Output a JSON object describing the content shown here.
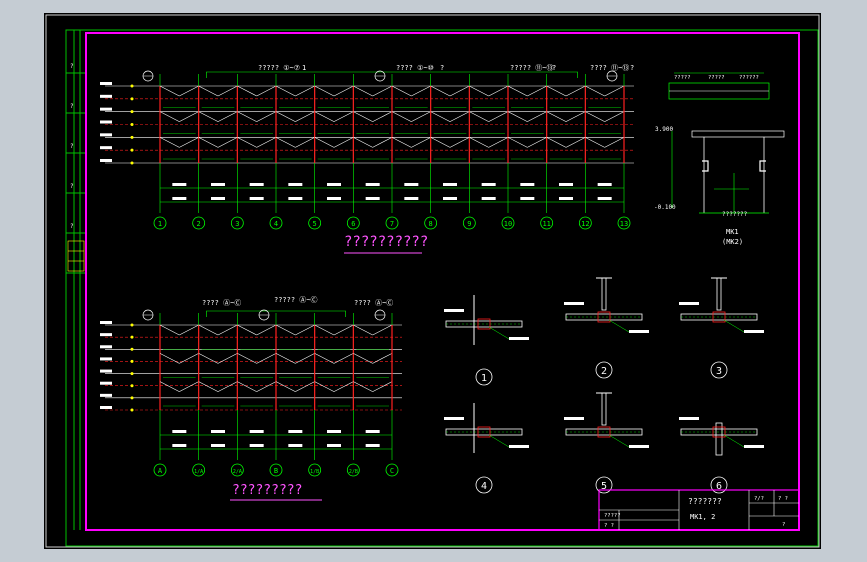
{
  "colors": {
    "background": "#c5ccd3",
    "paper": "#000000",
    "frame_white": "#ffffff",
    "frame_green": "#00d000",
    "border_magenta": "#ff00ff",
    "title_text": "#ff55ff",
    "line_green": "#00ff00",
    "line_red": "#ff2020",
    "axis_circle": "#00ff00",
    "text_white": "#ffffff",
    "accent_yellow": "#ffff00",
    "accent_cyan": "#00ffff"
  },
  "elevation_top": {
    "title": "??????????",
    "annotations": [
      "????? ①~⑦",
      "1",
      "???? ①~⑩",
      "?",
      "????? ⑪~⑬",
      "?",
      "???? ⑪~⑬",
      "?"
    ],
    "axis_labels": [
      "1",
      "2",
      "3",
      "4",
      "5",
      "6",
      "7",
      "8",
      "9",
      "10",
      "11",
      "12",
      "13"
    ]
  },
  "elevation_bottom": {
    "title": "?????????",
    "annotations": [
      "???? Ⓐ~Ⓒ",
      "????? Ⓐ~Ⓒ",
      "???? Ⓐ~Ⓒ"
    ],
    "axis_labels": [
      "A",
      "1/A",
      "2/A",
      "B",
      "1/B",
      "2/B",
      "C"
    ]
  },
  "detail_mk1": {
    "title": "MK1",
    "subtitle": "(MK2)",
    "top_labels": [
      "?????",
      "?????",
      "??????"
    ],
    "elev_top": "3.900",
    "elev_bottom": "-0.100",
    "bottom_label": "???????"
  },
  "details": [
    {
      "id": "1",
      "label": "1"
    },
    {
      "id": "2",
      "label": "2"
    },
    {
      "id": "3",
      "label": "3"
    },
    {
      "id": "4",
      "label": "4"
    },
    {
      "id": "5",
      "label": "5"
    },
    {
      "id": "6",
      "label": "6"
    }
  ],
  "title_block": {
    "project": "???????",
    "drawing": "MK1, 2",
    "cell_a": "?????",
    "cell_b": "? ?",
    "num_1": "?/?",
    "num_2": "? ?",
    "sheet": "?"
  },
  "left_strip": {
    "labels": [
      "?",
      "?",
      "?",
      "?",
      "?"
    ]
  }
}
